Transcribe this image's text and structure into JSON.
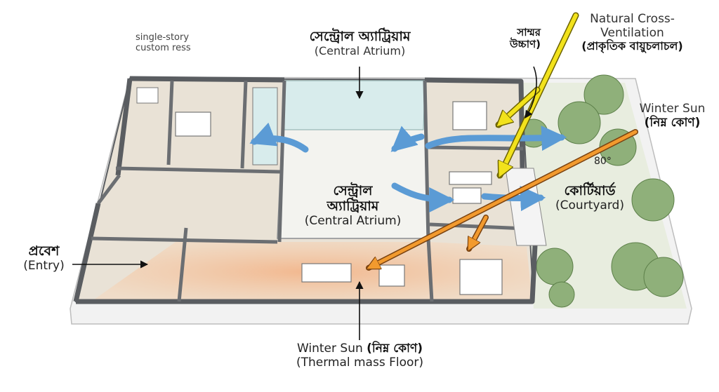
{
  "note": {
    "line1": "single-story",
    "line2": "custom ress"
  },
  "top_atrium": {
    "bn": "সেন্ট্রোল অ্যাট্রিয়াম",
    "en": "(Central Atrium)"
  },
  "center_atrium": {
    "bn1": "সেন্ট্রাল",
    "bn2": "অ্যাট্রিয়াম",
    "en": "(Central Atrium)"
  },
  "summer_sun": {
    "bn1": "সাম্মর",
    "bn2": "উচ্চাণ)"
  },
  "cross_vent": {
    "en1": "Natural Cross-",
    "en2": "Ventilation",
    "bn": "(প্রাকৃতিক বায়ুচলাচল)"
  },
  "winter_sun_right": {
    "en": "Winter Sun",
    "bn": "(নিম্ন কোণ)"
  },
  "angle": {
    "text": "80°"
  },
  "courtyard": {
    "bn": "কোর্টিয়ার্ড",
    "en": "(Courtyard)"
  },
  "entry": {
    "bn": "প্রবেশ",
    "en": "(Entry)"
  },
  "winter_sun_bottom": {
    "en": "Winter Sun ",
    "bn": "(নিম্ন কোণ)",
    "en2": "(Thermal mass Floor)"
  },
  "colors": {
    "wall": "#5a5d61",
    "floor": "#e9e2d6",
    "warm_floor": "#f2b58a",
    "airflow": "#5b9bd5",
    "summer_ray": "#f2e21c",
    "winter_ray": "#f29a2e",
    "courtyard_grass": "#e8eddf",
    "tree": "#8fb07a"
  },
  "icons": [
    "airflow-arrow-icon",
    "sun-ray-arrow-icon",
    "pointer-arrow-icon",
    "tree-icon",
    "bed-icon",
    "sofa-icon",
    "dining-table-icon"
  ]
}
